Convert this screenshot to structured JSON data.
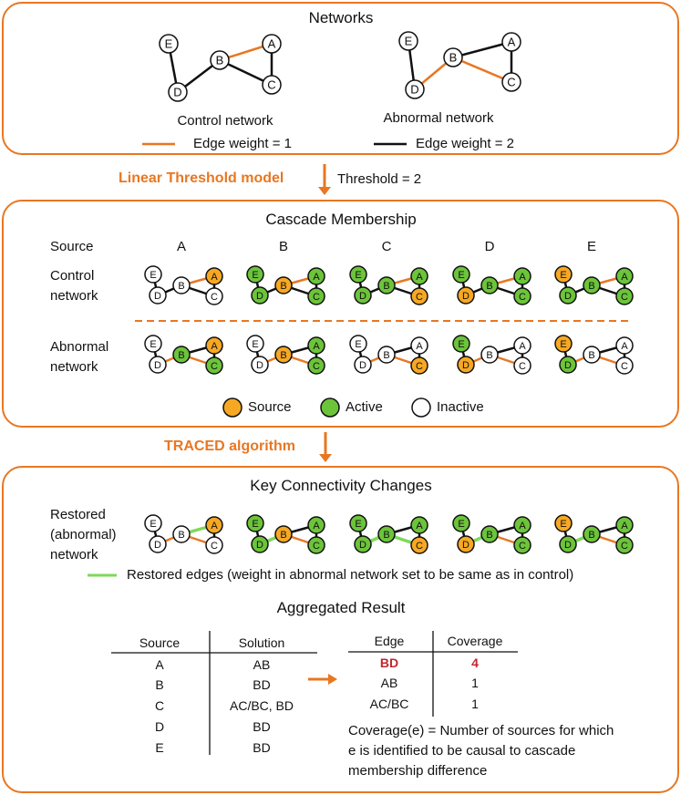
{
  "colors": {
    "accent": "#e87722",
    "source": "#f7a823",
    "active": "#6cc43a",
    "inactive": "#ffffff",
    "restored": "#7ed957",
    "highlight": "#c0272d"
  },
  "networks": {
    "title": "Networks",
    "control_label": "Control network",
    "abnormal_label": "Abnormal network",
    "legend_weight1": "Edge weight = 1",
    "legend_weight2": "Edge weight = 2"
  },
  "step1": {
    "label": "Linear Threshold model",
    "threshold": "Threshold = 2"
  },
  "cascade": {
    "title": "Cascade Membership",
    "source_header": "Source",
    "sources": [
      "A",
      "B",
      "C",
      "D",
      "E"
    ],
    "control_label": [
      "Control",
      "network"
    ],
    "abnormal_label": [
      "Abnormal",
      "network"
    ],
    "legend": {
      "source": "Source",
      "active": "Active",
      "inactive": "Inactive"
    }
  },
  "step2": {
    "label": "TRACED algorithm"
  },
  "key": {
    "title": "Key Connectivity Changes",
    "restored_label": [
      "Restored",
      "(abnormal)",
      "network"
    ],
    "restored_legend": "Restored edges (weight in abnormal network set to be same as in control)"
  },
  "aggregated": {
    "title": "Aggregated Result",
    "solution_table": {
      "headers": [
        "Source",
        "Solution"
      ],
      "rows": [
        [
          "A",
          "AB"
        ],
        [
          "B",
          "BD"
        ],
        [
          "C",
          "AC/BC, BD"
        ],
        [
          "D",
          "BD"
        ],
        [
          "E",
          "BD"
        ]
      ]
    },
    "coverage_table": {
      "headers": [
        "Edge",
        "Coverage"
      ],
      "rows": [
        [
          "BD",
          "4"
        ],
        [
          "AB",
          "1"
        ],
        [
          "AC/BC",
          "1"
        ]
      ]
    },
    "definition": [
      "Coverage(e) = Number of sources for which",
      "e is identified to be causal to cascade",
      "membership difference"
    ]
  },
  "graphs": {
    "control": [
      {
        "A": "S",
        "B": "I",
        "C": "I",
        "D": "I",
        "E": "I"
      },
      {
        "A": "A",
        "B": "S",
        "C": "A",
        "D": "A",
        "E": "A"
      },
      {
        "A": "A",
        "B": "A",
        "C": "S",
        "D": "A",
        "E": "A"
      },
      {
        "A": "A",
        "B": "A",
        "C": "A",
        "D": "S",
        "E": "A"
      },
      {
        "A": "A",
        "B": "A",
        "C": "A",
        "D": "A",
        "E": "S"
      }
    ],
    "abnormal": [
      {
        "A": "S",
        "B": "A",
        "C": "A",
        "D": "I",
        "E": "I"
      },
      {
        "A": "A",
        "B": "S",
        "C": "A",
        "D": "I",
        "E": "I"
      },
      {
        "A": "I",
        "B": "I",
        "C": "S",
        "D": "I",
        "E": "I"
      },
      {
        "A": "I",
        "B": "I",
        "C": "I",
        "D": "S",
        "E": "A"
      },
      {
        "A": "I",
        "B": "I",
        "C": "I",
        "D": "A",
        "E": "S"
      }
    ],
    "restored": [
      {
        "nodes": {
          "A": "S",
          "B": "I",
          "C": "I",
          "D": "I",
          "E": "I"
        },
        "green": [
          "AB"
        ]
      },
      {
        "nodes": {
          "A": "A",
          "B": "S",
          "C": "A",
          "D": "A",
          "E": "A"
        },
        "green": [
          "BD"
        ]
      },
      {
        "nodes": {
          "A": "A",
          "B": "A",
          "C": "S",
          "D": "A",
          "E": "A"
        },
        "green": [
          "BD",
          "BC"
        ]
      },
      {
        "nodes": {
          "A": "A",
          "B": "A",
          "C": "A",
          "D": "S",
          "E": "A"
        },
        "green": [
          "BD"
        ]
      },
      {
        "nodes": {
          "A": "A",
          "B": "A",
          "C": "A",
          "D": "A",
          "E": "S"
        },
        "green": [
          "BD"
        ]
      }
    ]
  }
}
